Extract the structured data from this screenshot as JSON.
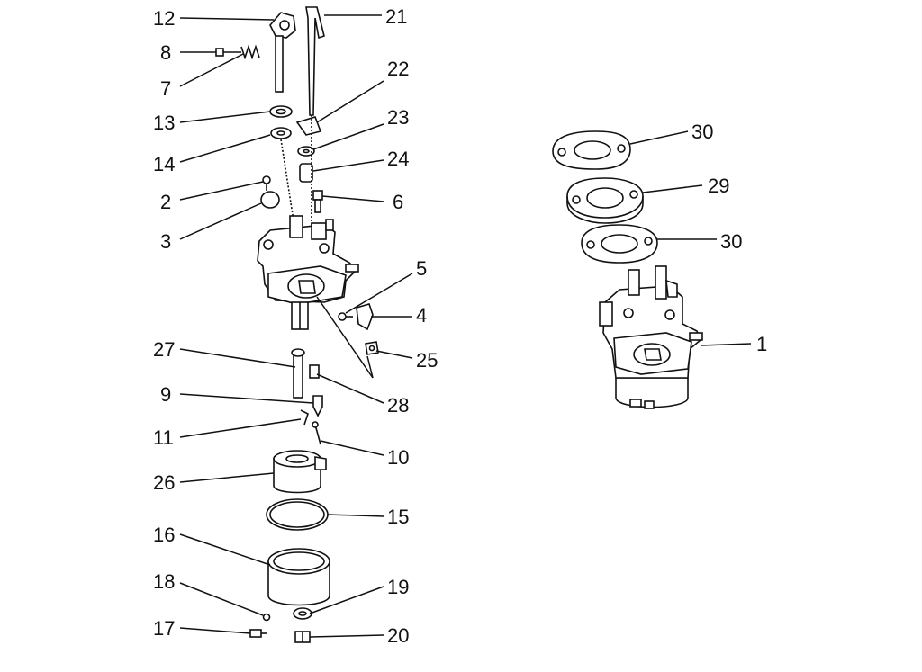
{
  "callouts": {
    "c1": "1",
    "c2": "2",
    "c3": "3",
    "c4": "4",
    "c5": "5",
    "c6": "6",
    "c7": "7",
    "c8": "8",
    "c9": "9",
    "c10": "10",
    "c11": "11",
    "c12": "12",
    "c13": "13",
    "c14": "14",
    "c15": "15",
    "c16": "16",
    "c17": "17",
    "c18": "18",
    "c19": "19",
    "c20": "20",
    "c21": "21",
    "c22": "22",
    "c23": "23",
    "c24": "24",
    "c25": "25",
    "c26": "26",
    "c27": "27",
    "c28": "28",
    "c29": "29",
    "c30a": "30",
    "c30b": "30"
  }
}
